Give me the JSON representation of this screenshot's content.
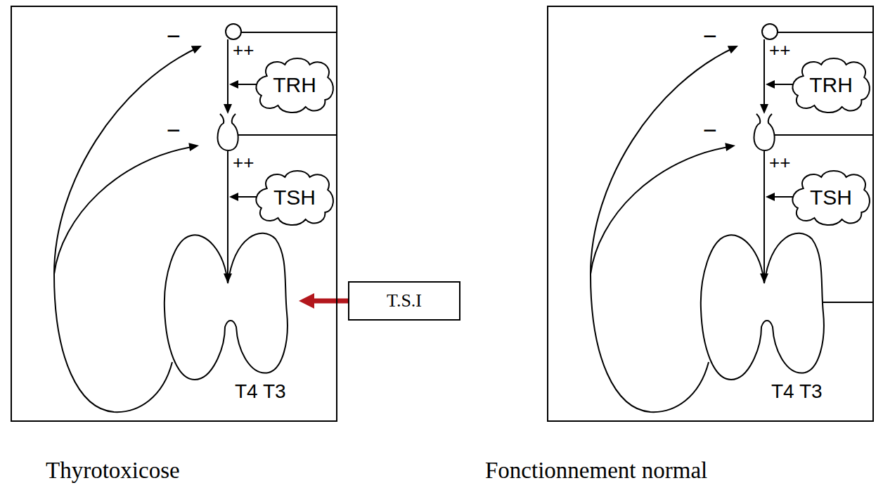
{
  "diagram": {
    "nodes": [
      {
        "text": [
          "Thyrotoxicose"
        ]
      },
      {
        "text": [
          "TRH"
        ],
        "in": 0
      },
      {
        "text": [
          "TSH"
        ],
        "in": 0
      },
      {
        "text": [
          "T4 T3"
        ],
        "in": 0
      },
      {
        "text": [
          "T.S.I"
        ]
      },
      {
        "text": [
          "Fonctionnement normal"
        ]
      },
      {
        "text": [
          "TRH"
        ],
        "in": 5
      },
      {
        "text": [
          "TSH"
        ],
        "in": 5
      },
      {
        "text": [
          "T4 T3"
        ],
        "in": 5
      }
    ],
    "edges": [
      {
        "from": 4,
        "to": 3,
        "arrow": "to"
      }
    ],
    "labels": [
      "−",
      "++",
      "−",
      "++",
      "−",
      "++",
      "−",
      "++"
    ]
  }
}
